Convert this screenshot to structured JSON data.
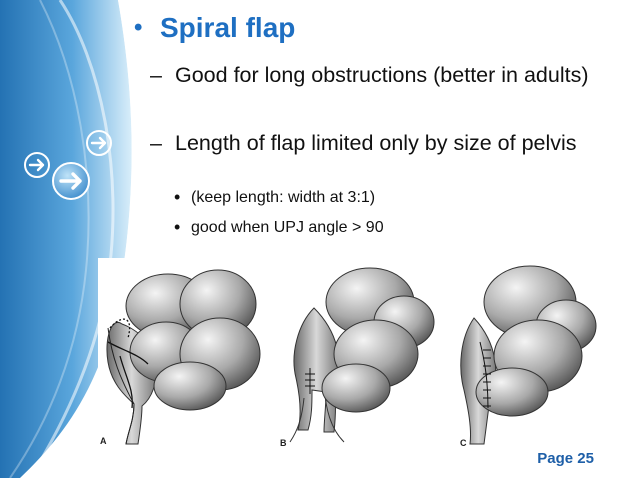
{
  "slide": {
    "title": "Spiral flap",
    "points": [
      {
        "text": "Good for long obstructions (better in adults)"
      },
      {
        "text": "Length of flap limited only by size of pelvis"
      }
    ],
    "subpoints": [
      {
        "text": "(keep length: width at 3:1)"
      },
      {
        "text": "good when UPJ angle > 90"
      }
    ],
    "figure_labels": [
      "A",
      "B",
      "C"
    ],
    "page": "Page 25"
  },
  "colors": {
    "accent": "#1e6fc2",
    "panel_dark": "#2a78b8",
    "panel_light": "#8ec6ea"
  },
  "icons": [
    "arrow-right-circle-icon"
  ]
}
